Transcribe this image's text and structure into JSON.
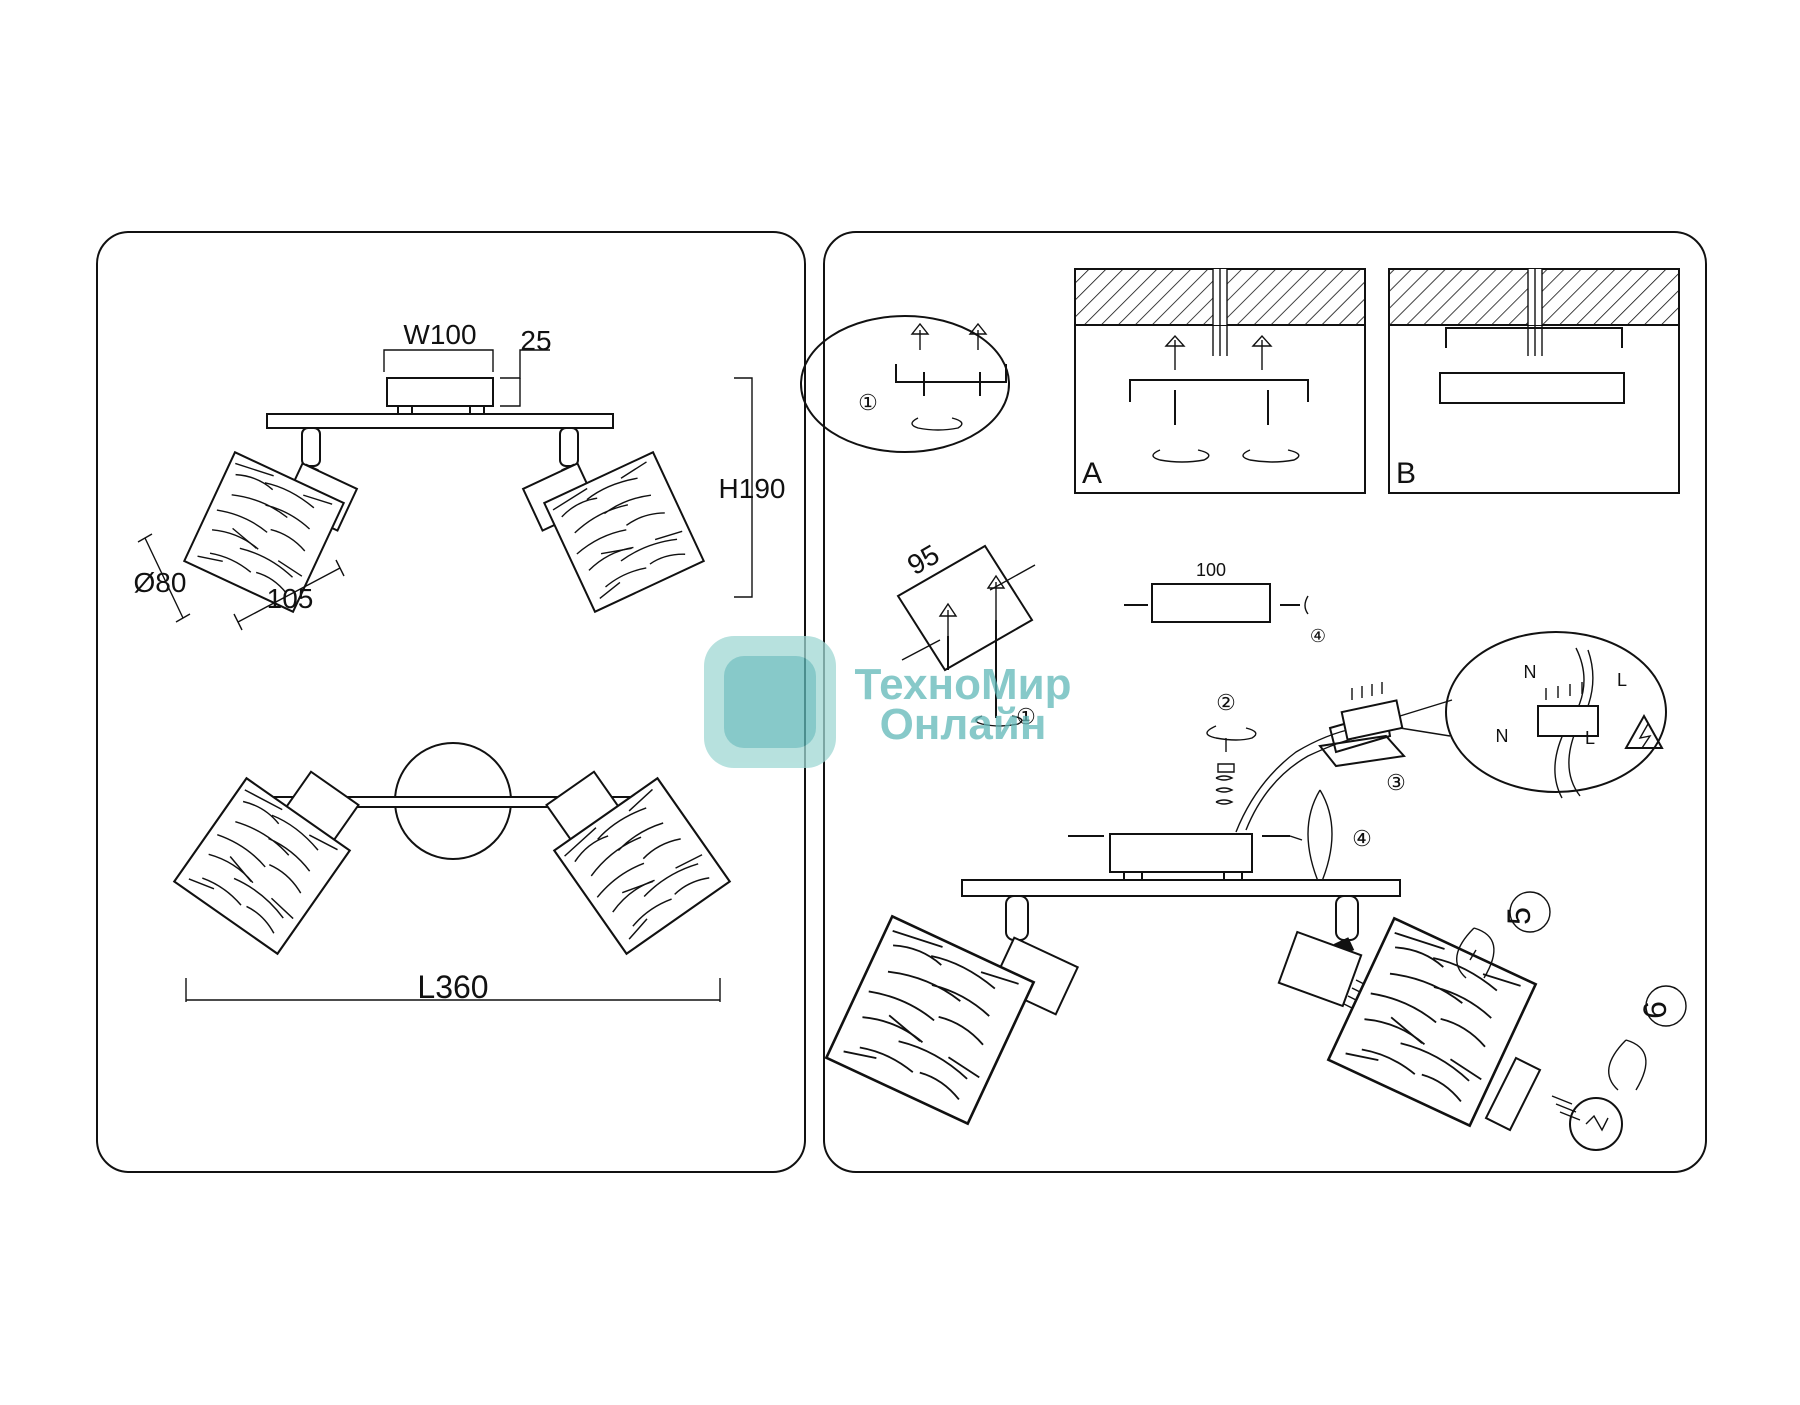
{
  "dimensions": {
    "width_label": "W100",
    "depth_label": "25",
    "height_label": "H190",
    "diameter_label": "Ø80",
    "shade_length_label": "105",
    "length_label": "L360"
  },
  "steps": {
    "one": "①",
    "two": "②",
    "three": "③",
    "four": "④",
    "five": "5",
    "six": "6"
  },
  "panels": {
    "a_label": "A",
    "b_label": "B"
  },
  "mounting": {
    "bracket_spacing": "95",
    "box_width": "100"
  },
  "wiring": {
    "neutral": "N",
    "live": "L"
  },
  "watermark": {
    "line1": "ТехноМир",
    "line2": "Онлайн"
  },
  "colors": {
    "line": "#111111",
    "watermark": "#5fb8b8"
  }
}
